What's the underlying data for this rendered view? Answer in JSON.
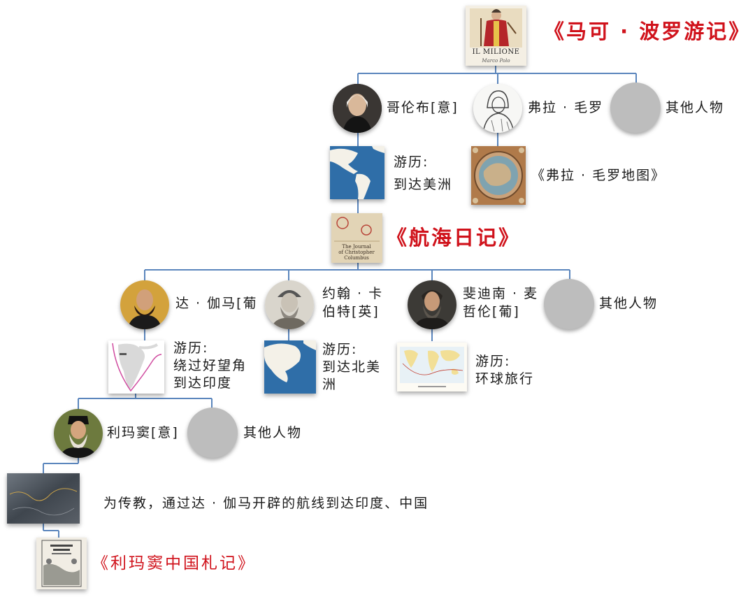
{
  "colors": {
    "line": "#5b86bd",
    "title_red": "#d0121b",
    "placeholder_gray": "#bdbdbd"
  },
  "top": {
    "book_cover_title": "IL MILIONE",
    "book_cover_author": "Marco Polo",
    "title": "《马可 · 波罗游记》"
  },
  "level1": {
    "columbus": "哥伦布[意]",
    "fra_mauro": "弗拉 · 毛罗",
    "others": "其他人物"
  },
  "level2": {
    "columbus_travel_1": "游历:",
    "columbus_travel_2": "到达美洲",
    "fra_mauro_map": "《弗拉 · 毛罗地图》"
  },
  "journal": {
    "title": "《航海日记》",
    "cover_line1": "The Journal",
    "cover_line2": "of Christopher",
    "cover_line3": "Columbus"
  },
  "level3": {
    "da_gama": "达 · 伽马[葡",
    "cabot_1": "约翰 · 卡",
    "cabot_2": "伯特[英]",
    "magellan_1": "斐迪南 · 麦",
    "magellan_2": "哲伦[葡]",
    "others": "其他人物"
  },
  "level4": {
    "da_gama_1": "游历:",
    "da_gama_2": "绕过好望角",
    "da_gama_3": "到达印度",
    "cabot_1": "游历:",
    "cabot_2": "到达北美",
    "cabot_3": "洲",
    "magellan_1": "游历:",
    "magellan_2": "环球旅行"
  },
  "level5": {
    "ricci": "利玛窦[意]",
    "others": "其他人物"
  },
  "mission": {
    "text": "为传教，通过达 · 伽马开辟的航线到达印度、中国"
  },
  "bottom": {
    "title": "《利玛窦中国札记》"
  }
}
